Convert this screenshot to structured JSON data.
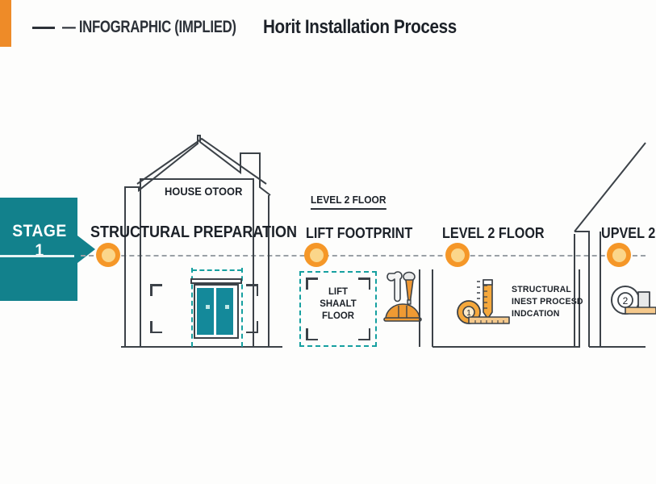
{
  "header": {
    "eyebrow": "— INFOGRAPHIC (IMPLIED)",
    "title": "Horit Installation Process",
    "accent_color": "#ee8b28"
  },
  "stage": {
    "label": "STAGE 1",
    "box_color": "#12818c"
  },
  "timeline": {
    "line_color": "#9aa0a6",
    "marker_ring_color": "#f59728",
    "marker_core_color": "#fbd68a",
    "marker_count": 4
  },
  "sections": [
    {
      "id": "structural-preparation",
      "title": "STRUCTURAL PREPARATION",
      "house_label": "HOUSE OTOOR",
      "door_color": "#14899a"
    },
    {
      "id": "lift-footprint",
      "overline": "LEVEL 2 FLOOR",
      "title": "LIFT FOOTPRINT",
      "footprint_lines": [
        "LIFT",
        "SHAALT",
        "FLOOR"
      ],
      "footprint_border_color": "#16a0a0",
      "icons": [
        "wrench-icon",
        "screwdriver-icon",
        "hard-hat-icon"
      ]
    },
    {
      "id": "level-2-floor",
      "title": "LEVEL 2 FLOOR",
      "note_lines": [
        "STRUCTURAL",
        "INEST PROCESD",
        "INDCATION"
      ],
      "icons": [
        "tape-measure-icon",
        "ruler-pencil-icon"
      ],
      "tape_number": "1"
    },
    {
      "id": "upper-level",
      "title": "UPVEL 2",
      "icons": [
        "tape-measure-icon"
      ],
      "tape_number": "2"
    }
  ]
}
